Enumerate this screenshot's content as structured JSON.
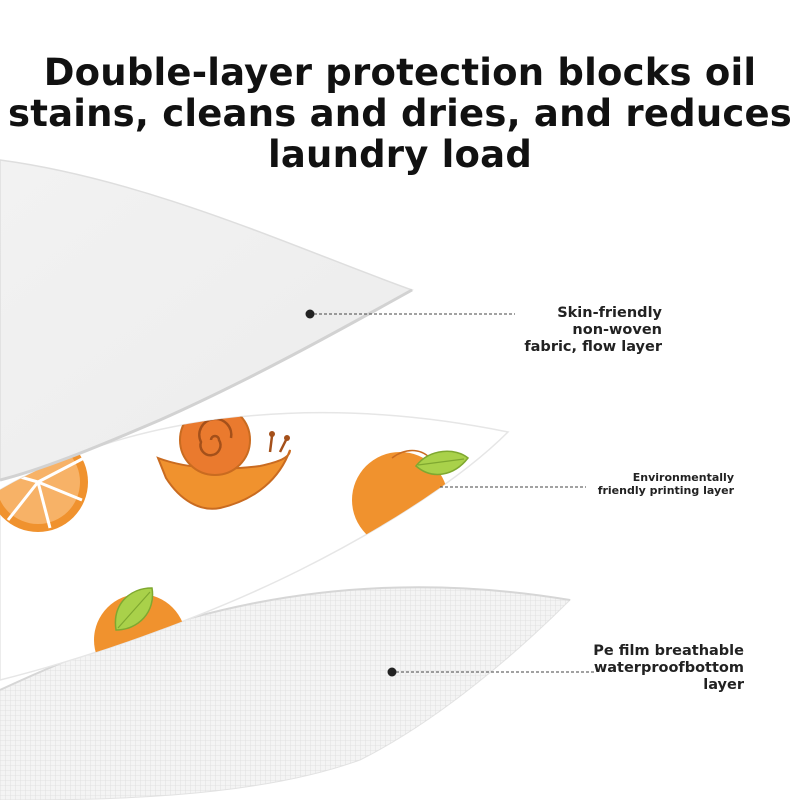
{
  "headline": {
    "lines": [
      "Double-layer protection blocks oil",
      "stains, cleans and dries, and reduces",
      "laundry load"
    ]
  },
  "layers": [
    {
      "lines": [
        "Skin-friendly",
        "non-woven",
        "fabric, flow layer"
      ]
    },
    {
      "lines": [
        "Environmentally",
        "friendly printing layer"
      ]
    },
    {
      "lines": [
        "Pe film breathable",
        "waterproofbottom",
        "layer"
      ]
    }
  ],
  "colors": {
    "text": "#111111",
    "orange": "#f0922e",
    "snail_shell": "#ea7a2e",
    "leaf": "#a9d14a",
    "mesh": "#e4e4e4"
  },
  "icons": [
    "orange-slice-icon",
    "snail-icon",
    "orange-fruit-icon",
    "leaf-icon"
  ]
}
